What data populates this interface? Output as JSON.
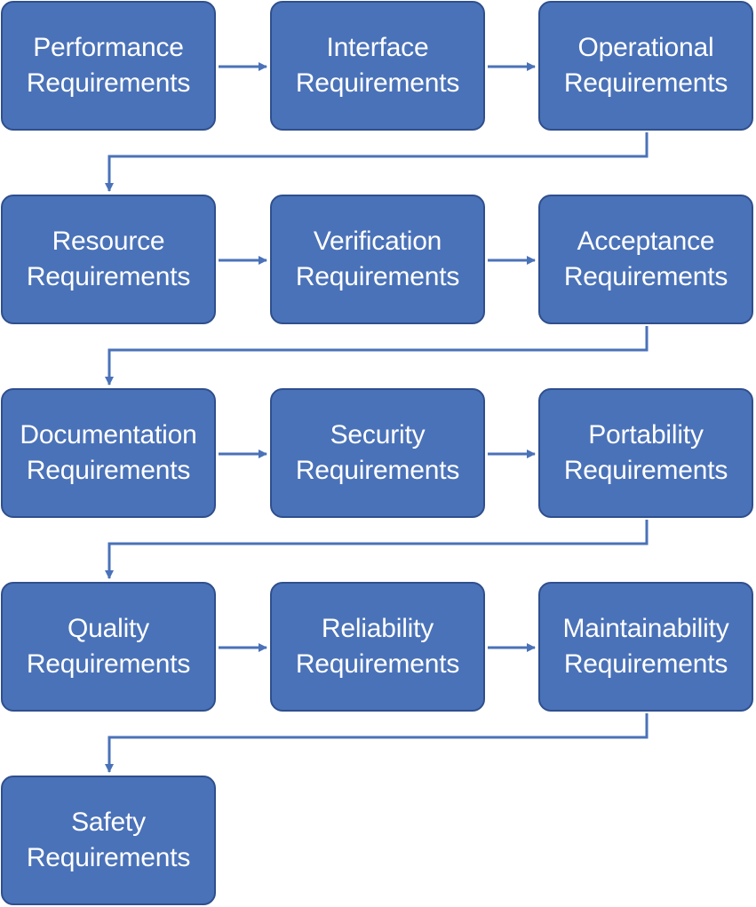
{
  "diagram": {
    "colors": {
      "box_fill": "#4a72b8",
      "box_border": "#2f4f8d",
      "text": "#ffffff",
      "connector": "#4a72b8"
    },
    "nodes": [
      {
        "line1": "Performance",
        "line2": "Requirements"
      },
      {
        "line1": "Interface",
        "line2": "Requirements"
      },
      {
        "line1": "Operational",
        "line2": "Requirements"
      },
      {
        "line1": "Resource",
        "line2": "Requirements"
      },
      {
        "line1": "Verification",
        "line2": "Requirements"
      },
      {
        "line1": "Acceptance",
        "line2": "Requirements"
      },
      {
        "line1": "Documentation",
        "line2": "Requirements"
      },
      {
        "line1": "Security",
        "line2": "Requirements"
      },
      {
        "line1": "Portability",
        "line2": "Requirements"
      },
      {
        "line1": "Quality",
        "line2": "Requirements"
      },
      {
        "line1": "Reliability",
        "line2": "Requirements"
      },
      {
        "line1": "Maintainability",
        "line2": "Requirements"
      },
      {
        "line1": "Safety",
        "line2": "Requirements"
      }
    ],
    "flow": "left-to-right rows, each row wraps to the first box of the next row"
  }
}
